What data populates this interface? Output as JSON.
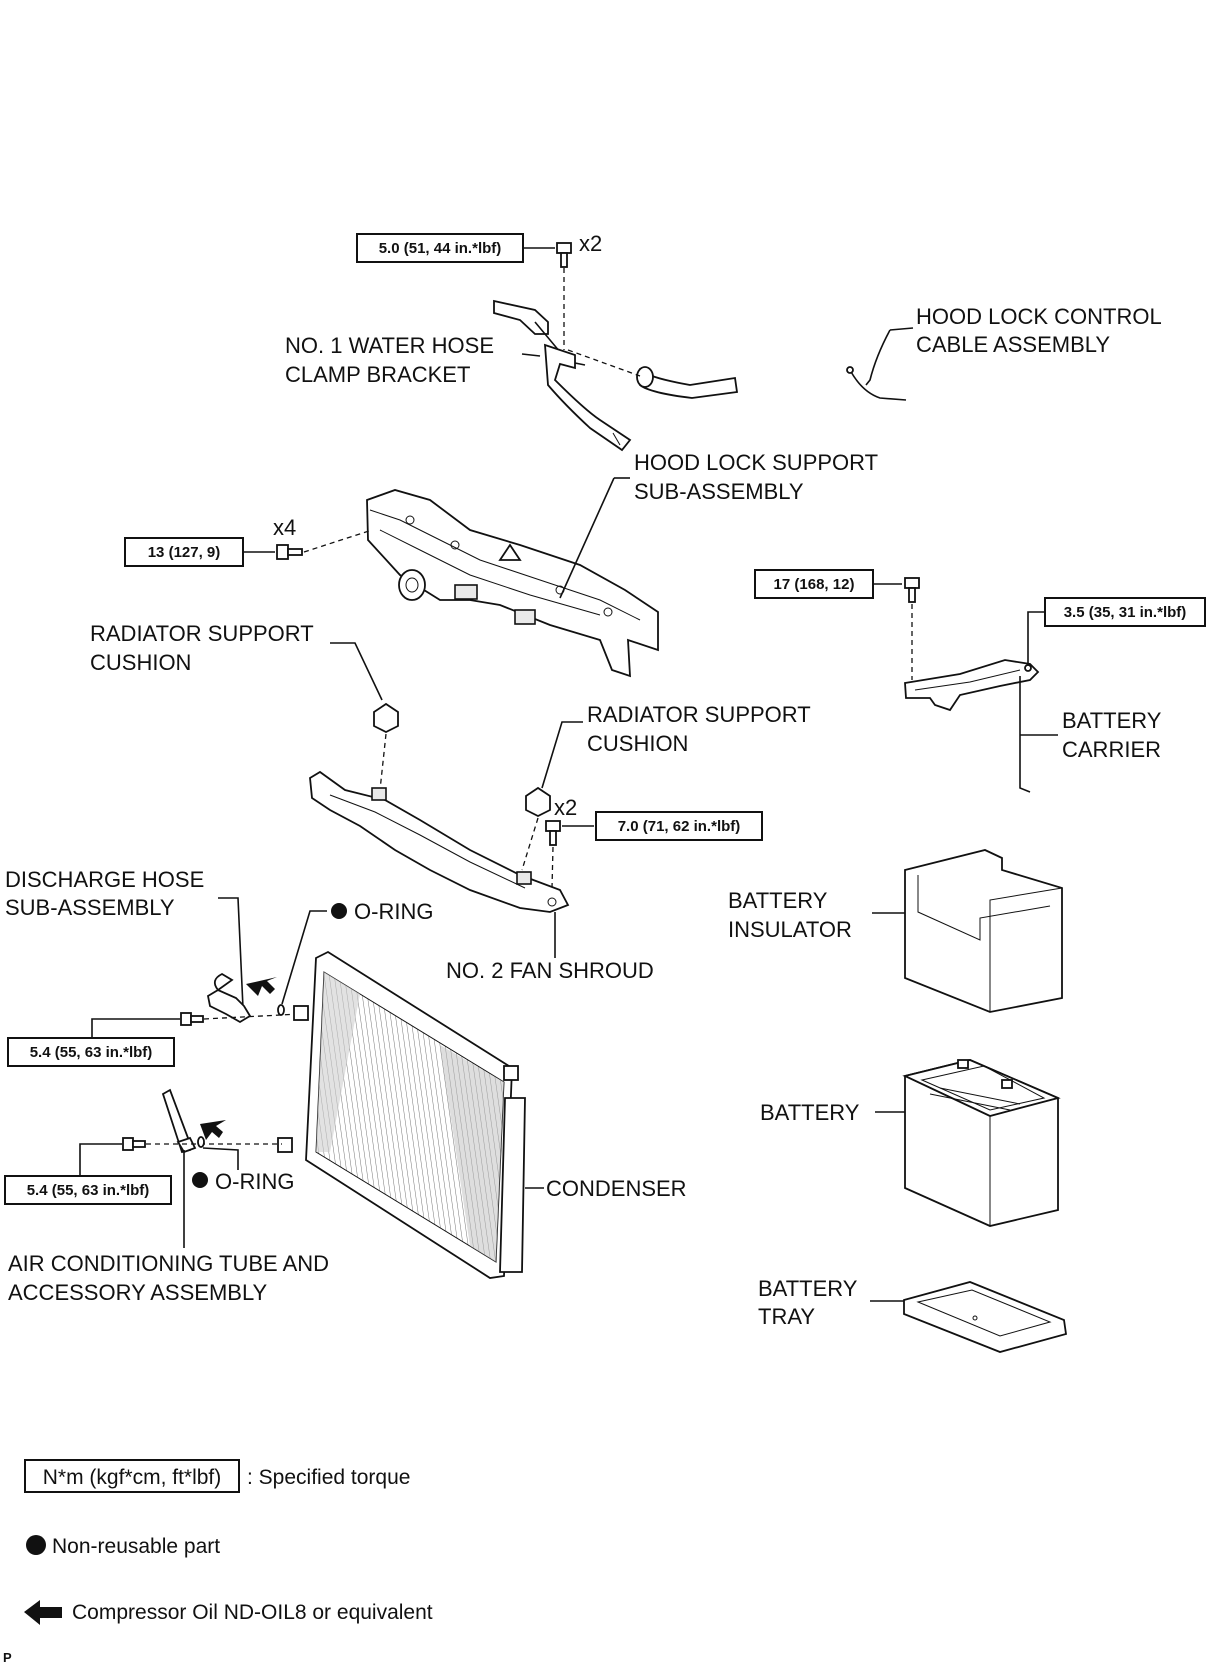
{
  "labels": {
    "water_hose_bracket": [
      "NO. 1 WATER HOSE",
      "CLAMP BRACKET"
    ],
    "hood_lock_cable": [
      "HOOD LOCK CONTROL",
      "CABLE ASSEMBLY"
    ],
    "hood_lock_support": [
      "HOOD LOCK SUPPORT",
      "SUB-ASSEMBLY"
    ],
    "radiator_cushion_1": [
      "RADIATOR SUPPORT",
      "CUSHION"
    ],
    "radiator_cushion_2": [
      "RADIATOR SUPPORT",
      "CUSHION"
    ],
    "battery_carrier": [
      "BATTERY",
      "CARRIER"
    ],
    "discharge_hose": [
      "DISCHARGE HOSE",
      "SUB-ASSEMBLY"
    ],
    "oring_1": "O-RING",
    "oring_2": "O-RING",
    "fan_shroud": "NO. 2 FAN SHROUD",
    "battery_insulator": [
      "BATTERY",
      "INSULATOR"
    ],
    "battery": "BATTERY",
    "condenser": "CONDENSER",
    "ac_tube": [
      "AIR CONDITIONING TUBE AND",
      "ACCESSORY ASSEMBLY"
    ],
    "battery_tray": [
      "BATTERY",
      "TRAY"
    ]
  },
  "torques": {
    "bracket_bolt": "5.0 (51, 44 in.*lbf)",
    "bracket_qty": "x2",
    "support_bolt": "13 (127, 9)",
    "support_qty": "x4",
    "carrier_bolt": "17 (168, 12)",
    "carrier_nut": "3.5 (35, 31 in.*lbf)",
    "shroud_bolt": "7.0 (71, 62 in.*lbf)",
    "shroud_qty": "x2",
    "discharge_bolt": "5.4 (55, 63 in.*lbf)",
    "tube_bolt": "5.4 (55, 63 in.*lbf)"
  },
  "legend": {
    "torque_box": "N*m (kgf*cm, ft*lbf)",
    "torque_text": ": Specified torque",
    "nonreusable_text": "Non-reusable part",
    "oil_text": "Compressor Oil ND-OIL8 or equivalent"
  },
  "corner_mark": "P"
}
